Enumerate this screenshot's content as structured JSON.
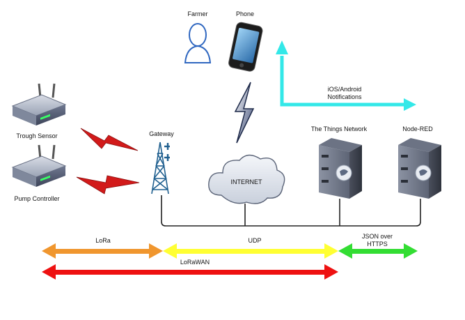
{
  "nodes": {
    "farmer": "Farmer",
    "phone": "Phone",
    "trough_sensor": "Trough Sensor",
    "pump_controller": "Pump Controller",
    "gateway": "Gateway",
    "internet": "INTERNET",
    "ttn": "The Things Network",
    "node_red": "Node-RED",
    "notifications_line1": "iOS/Android",
    "notifications_line2": "Notifications"
  },
  "links": {
    "lora": "LoRa",
    "udp": "UDP",
    "json_line1": "JSON over",
    "json_line2": "HTTPS",
    "lorawan": "LoRaWAN"
  },
  "colors": {
    "lora": "#f0962e",
    "udp": "#ffff33",
    "json": "#33dd33",
    "lorawan": "#ee1111",
    "notify": "#33e8e8"
  },
  "icons": [
    "user-icon",
    "smartphone-icon",
    "router-icon",
    "radio-tower-icon",
    "cloud-icon",
    "server-icon",
    "lightning-icon"
  ]
}
